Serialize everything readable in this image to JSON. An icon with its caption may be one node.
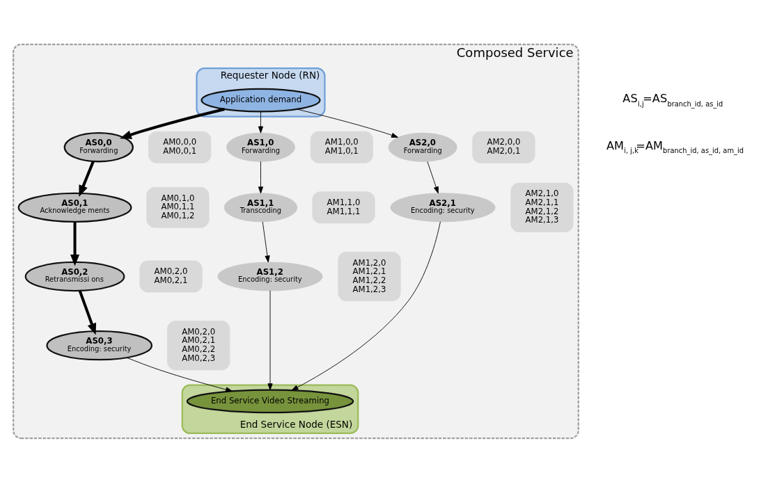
{
  "diagram": {
    "nodes": [
      {
        "text": [
          "Composed Service"
        ]
      },
      {
        "text": [
          "Requester Node (RN)"
        ],
        "in": 0
      },
      {
        "text": [
          "Application demand"
        ],
        "in": 1
      },
      {
        "text": [
          "AS0,0",
          "Forwarding"
        ],
        "in": 0
      },
      {
        "text": [
          "AM0,0,0",
          "AM0,0,1"
        ],
        "in": 0
      },
      {
        "text": [
          "AS1,0",
          "Forwarding"
        ],
        "in": 0
      },
      {
        "text": [
          "AM1,0,0",
          "AM1,0,1"
        ],
        "in": 0
      },
      {
        "text": [
          "AS0,1",
          "Acknowledge ments"
        ],
        "in": 0
      },
      {
        "text": [
          "AM0,1,0",
          "AM0,1,1",
          "AM0,1,2"
        ],
        "in": 0
      },
      {
        "text": [
          "AS2,0",
          "Forwarding"
        ],
        "in": 0
      },
      {
        "text": [
          "AM2,0,0",
          "AM2,0,1"
        ],
        "in": 0
      },
      {
        "text": [
          "AS1,1",
          "Transcoding"
        ],
        "in": 0
      },
      {
        "text": [
          "AM1,1,0",
          "AM1,1,1"
        ],
        "in": 0
      },
      {
        "text": [
          "AS0,2",
          "Retransmissi ons"
        ],
        "in": 0
      },
      {
        "text": [
          "AM0,2,0",
          "AM0,2,1"
        ],
        "in": 0
      },
      {
        "text": [
          "AS2,1",
          "Encoding: security"
        ],
        "in": 0
      },
      {
        "text": [
          "AM2,1,0",
          "AM2,1,1",
          "AM2,1,2",
          "AM2,1,3"
        ],
        "in": 0
      },
      {
        "text": [
          "AS1,2",
          "Encoding: security"
        ],
        "in": 0
      },
      {
        "text": [
          "AM1,2,0",
          "AM1,2,1",
          "AM1,2,2",
          "AM1,2,3"
        ],
        "in": 0
      },
      {
        "text": [
          "AS0,3",
          "Encoding: security"
        ],
        "in": 0
      },
      {
        "text": [
          "AM0,2,0",
          "AM0,2,1",
          "AM0,2,2",
          "AM0,2,3"
        ],
        "in": 0
      },
      {
        "text": [
          "End Service Node (ESN)"
        ],
        "in": 0
      },
      {
        "text": [
          "End Service Video Streaming"
        ],
        "in": 21
      }
    ],
    "edges": [
      {
        "from": 2,
        "to": 3,
        "arrow": "to",
        "style": "thick"
      },
      {
        "from": 2,
        "to": 5,
        "arrow": "to"
      },
      {
        "from": 2,
        "to": 9,
        "arrow": "to"
      },
      {
        "from": 3,
        "to": 7,
        "arrow": "to",
        "style": "thick"
      },
      {
        "from": 7,
        "to": 13,
        "arrow": "to",
        "style": "thick"
      },
      {
        "from": 13,
        "to": 19,
        "arrow": "to",
        "style": "thick"
      },
      {
        "from": 5,
        "to": 11,
        "arrow": "to"
      },
      {
        "from": 11,
        "to": 17,
        "arrow": "to"
      },
      {
        "from": 9,
        "to": 15,
        "arrow": "to"
      },
      {
        "from": 19,
        "to": 22,
        "arrow": "to"
      },
      {
        "from": 17,
        "to": 22,
        "arrow": "to"
      },
      {
        "from": 15,
        "to": 22,
        "arrow": "to"
      }
    ],
    "labels": [
      "AS$_{i,j}$=AS$_{branch_id, as_id}$",
      "AM$_{i, j,k}$=AM$_{branch_id, as_id, am_id}$"
    ]
  }
}
